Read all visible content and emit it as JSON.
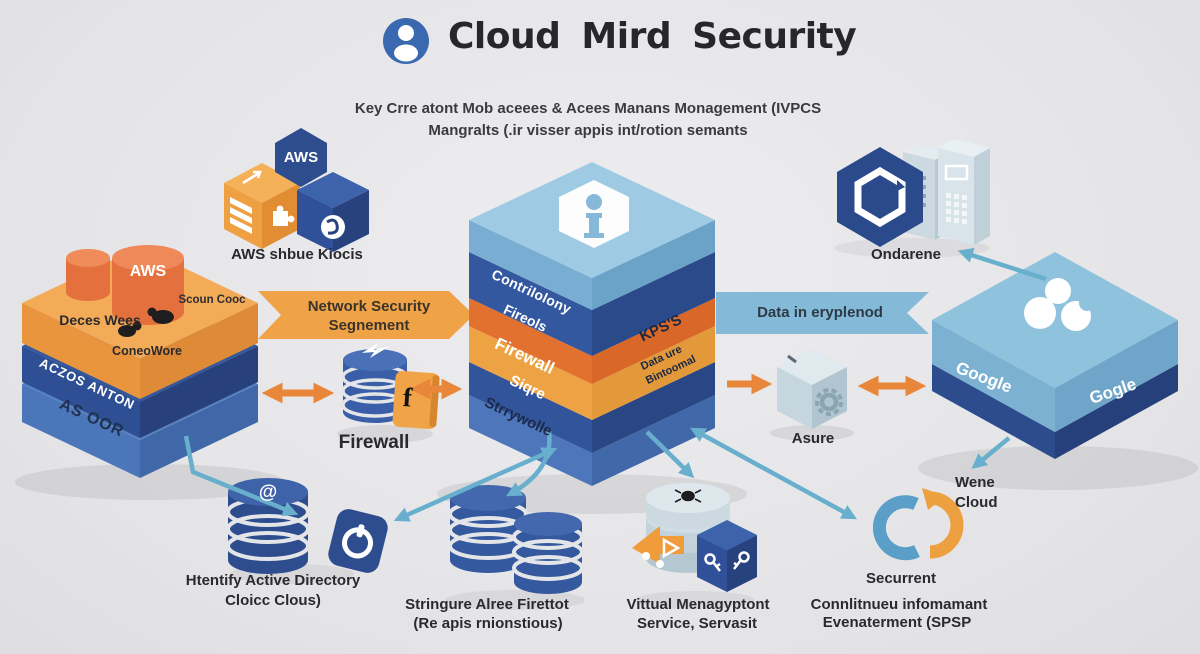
{
  "header": {
    "title": "Cloud Mird Security"
  },
  "subtitle": {
    "line1": "Key Crre atont Mob aceees & Acees Manans Monagement (IVPCS",
    "line2": "Mangralts (.ir visser appis int/rotion semants"
  },
  "aws_blocks": {
    "hex_label": "AWS",
    "caption": "AWS shbue Kiocis"
  },
  "left_stack": {
    "cylinder_label": "AWS",
    "label_left": "Deces Wees",
    "label_right": "Scoun Cooc",
    "label_bottom": "ConeoWore",
    "side_mid": "ACZOS ANTON",
    "side_bottom": "AS OOR"
  },
  "banners": {
    "left_line1": "Network Security",
    "left_line2": "Segnement",
    "right": "Data in eryplenod"
  },
  "center_stack": {
    "layer1": "Contrilolony",
    "layer2": "Fireols",
    "layer3": "Firewall",
    "layer4": "Siqre",
    "layer5": "Strrywolle",
    "right_label": "KPS'S",
    "right_sub1": "Data ure",
    "right_sub2": "Bintoomal"
  },
  "firewall": {
    "caption": "Firewall",
    "plate_letter": "f"
  },
  "identity": {
    "at_symbol": "@",
    "caption_line1": "Htentify Active Directory",
    "caption_line2": "Cloicc Clous)"
  },
  "stringure": {
    "caption_line1": "Stringure Alree Firettot",
    "caption_line2": "(Re apis rnionstious)"
  },
  "virtual": {
    "caption_line1": "Vittual Menagyptont",
    "caption_line2": "Service, Servasit"
  },
  "securrent": {
    "title": "Securrent",
    "caption_line1": "Connlitnueu infomamant",
    "caption_line2": "Evenaterment (SPSP"
  },
  "ondarene": {
    "caption": "Ondarene"
  },
  "google": {
    "face_left": "Google",
    "face_right": "Gogle"
  },
  "asure": {
    "caption": "Asure"
  },
  "wene": {
    "line1": "Wene",
    "line2": "Cloud"
  },
  "icons": {
    "person-icon": "white person bust in blue circle",
    "info-icon": "white hexagon with blue letter i",
    "shield-hexagon-icon": "white hexagon outline in navy hexagon",
    "gear-icon": "gear on cube face",
    "power-badge-icon": "white power ring on navy badge",
    "at-icon": "@ on database",
    "bug-icon": "black bug on stack top",
    "key-icon": "white keys on navy cube",
    "sync-icon": "blue C and orange C circular arrows",
    "lightning-icon": "white lightning on firewall stack",
    "puzzle-icon": "white puzzle on orange cube",
    "swirl-icon": "white round badge on navy cube",
    "cluster-icon": "three white circles on google cube"
  },
  "palette": {
    "background": "#e7e7e9",
    "orange": "#ee9a3f",
    "deep_orange": "#e2712f",
    "navy": "#2e4d8f",
    "medium_blue": "#4a74b8",
    "light_blue": "#8fc1dd",
    "teal_arrow": "#68aecd",
    "orange_arrow": "#e8863a",
    "server_gray": "#ccd9e1",
    "text_dark": "#2a2a2c"
  }
}
